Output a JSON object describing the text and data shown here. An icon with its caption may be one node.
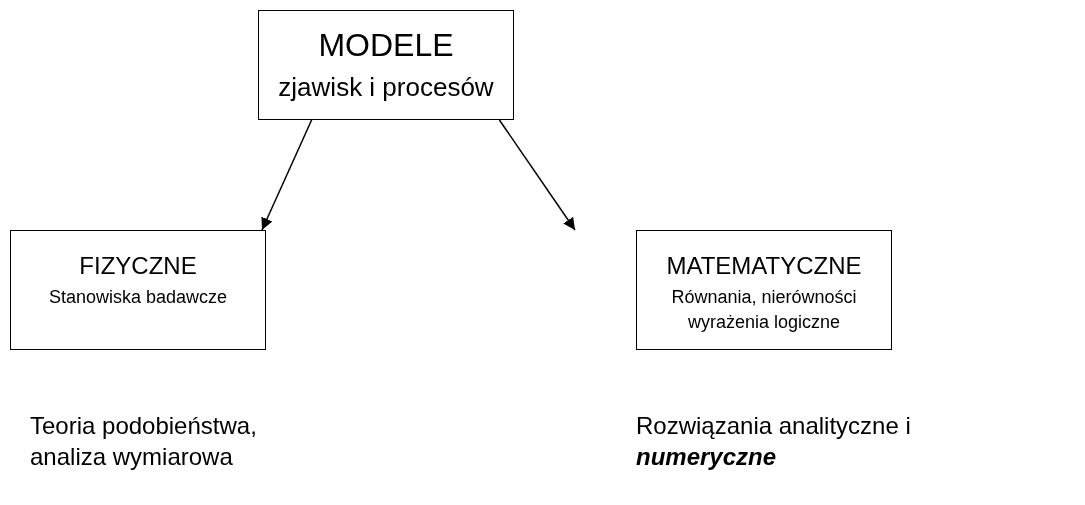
{
  "diagram": {
    "nodes": [
      {
        "text": [
          "MODELE",
          "zjawisk i procesów"
        ]
      },
      {
        "text": [
          "FIZYCZNE",
          "Stanowiska badawcze"
        ]
      },
      {
        "text": [
          "MATEMATYCZNE",
          "Równania, nierówności wyrażenia logiczne"
        ]
      }
    ],
    "edges": [
      {
        "from": 0,
        "to": 1,
        "arrow": "to"
      },
      {
        "from": 0,
        "to": 2,
        "arrow": "to"
      }
    ],
    "labels": [
      "Teoria podobieństwa, analiza wymiarowa",
      "Rozwiązania analityczne i **numeryczne**"
    ]
  }
}
